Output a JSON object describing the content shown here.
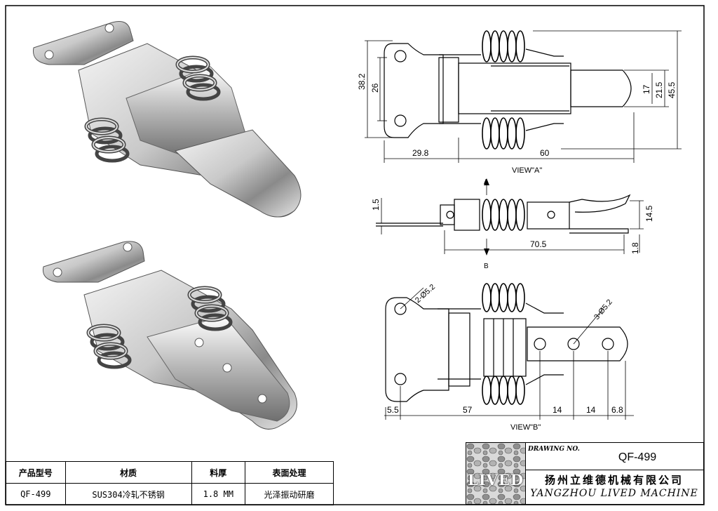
{
  "views": {
    "view_a_label": "VIEW\"A\"",
    "view_b_label": "VIEW\"B\"",
    "arrow_a": "A",
    "arrow_b": "B"
  },
  "dimensions": {
    "top_view": {
      "height_outer": "45.5",
      "height_holes": "38.2",
      "height_holes_inner": "26",
      "hook_height": "17",
      "hook_height_outer": "21.5",
      "base_length": "29.8",
      "latch_length": "60"
    },
    "side_view": {
      "thickness": "1.5",
      "total_length": "70.5",
      "height": "14.5",
      "base_height": "1.8"
    },
    "bottom_view": {
      "base_holes": "2-Ø5.2",
      "latch_holes": "3-Ø5.2",
      "edge_offset": "5.5",
      "hole_span": "57",
      "pitch_1": "14",
      "pitch_2": "14",
      "end_offset": "6.8"
    }
  },
  "spec_table": {
    "headers": [
      "产品型号",
      "材质",
      "料厚",
      "表面处理"
    ],
    "values": [
      "QF-499",
      "SUS304冷轧不锈钢",
      "1.8 MM",
      "光泽振动研磨"
    ]
  },
  "title_block": {
    "drawing_no_label": "DRAWING NO.",
    "drawing_no": "QF-499",
    "logo_text": "LIVED",
    "company_cn": "扬州立维德机械有限公司",
    "company_en": "YANGZHOU LIVED MACHINE"
  }
}
